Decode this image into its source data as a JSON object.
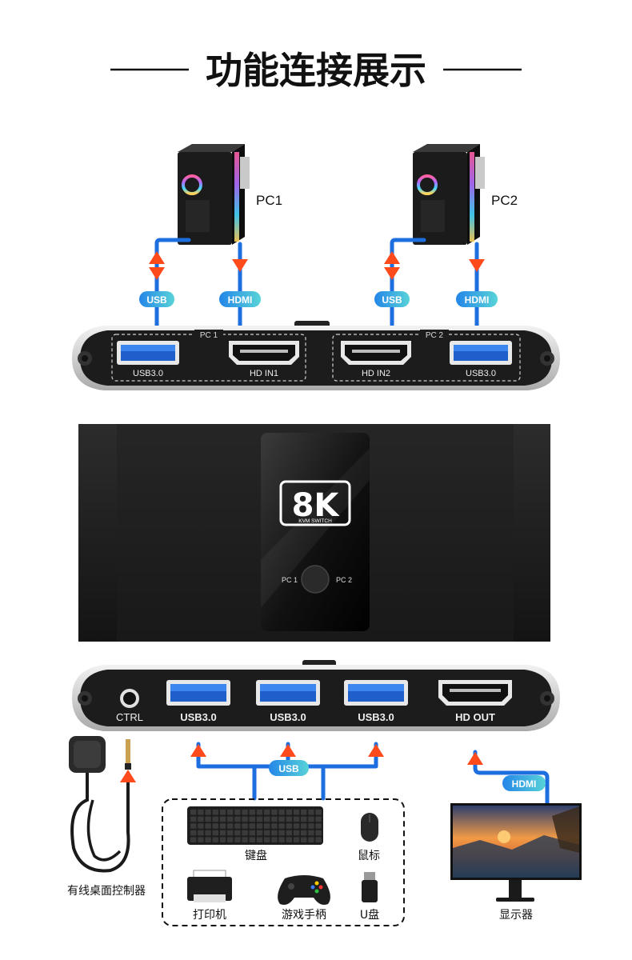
{
  "header": {
    "title": "功能连接展示"
  },
  "pcs": {
    "pc1_label": "PC1",
    "pc2_label": "PC2"
  },
  "cable_tags": {
    "usb": "USB",
    "hdmi": "HDMI"
  },
  "back_panel": {
    "group1": "PC 1",
    "group2": "PC 2",
    "usb1": "USB3.0",
    "hdin1": "HD IN1",
    "hdin2": "HD IN2",
    "usb2": "USB3.0"
  },
  "front": {
    "badge": "8K",
    "badge_sub": "KVM SWITCH",
    "left_label": "PC 1",
    "right_label": "PC 2"
  },
  "bottom_panel": {
    "ctrl": "CTRL",
    "usb_a": "USB3.0",
    "usb_b": "USB3.0",
    "usb_c": "USB3.0",
    "hd_out": "HD OUT"
  },
  "peripherals": {
    "keyboard": "键盘",
    "mouse": "鼠标",
    "printer": "打印机",
    "gamepad": "游戏手柄",
    "udisk": "U盘",
    "controller": "有线桌面控制器",
    "monitor": "显示器"
  },
  "colors": {
    "cable": "#1d6fe0",
    "arrow": "#ff4a1c",
    "tag": "#2a9de6",
    "panel": "#1c1c1c"
  }
}
